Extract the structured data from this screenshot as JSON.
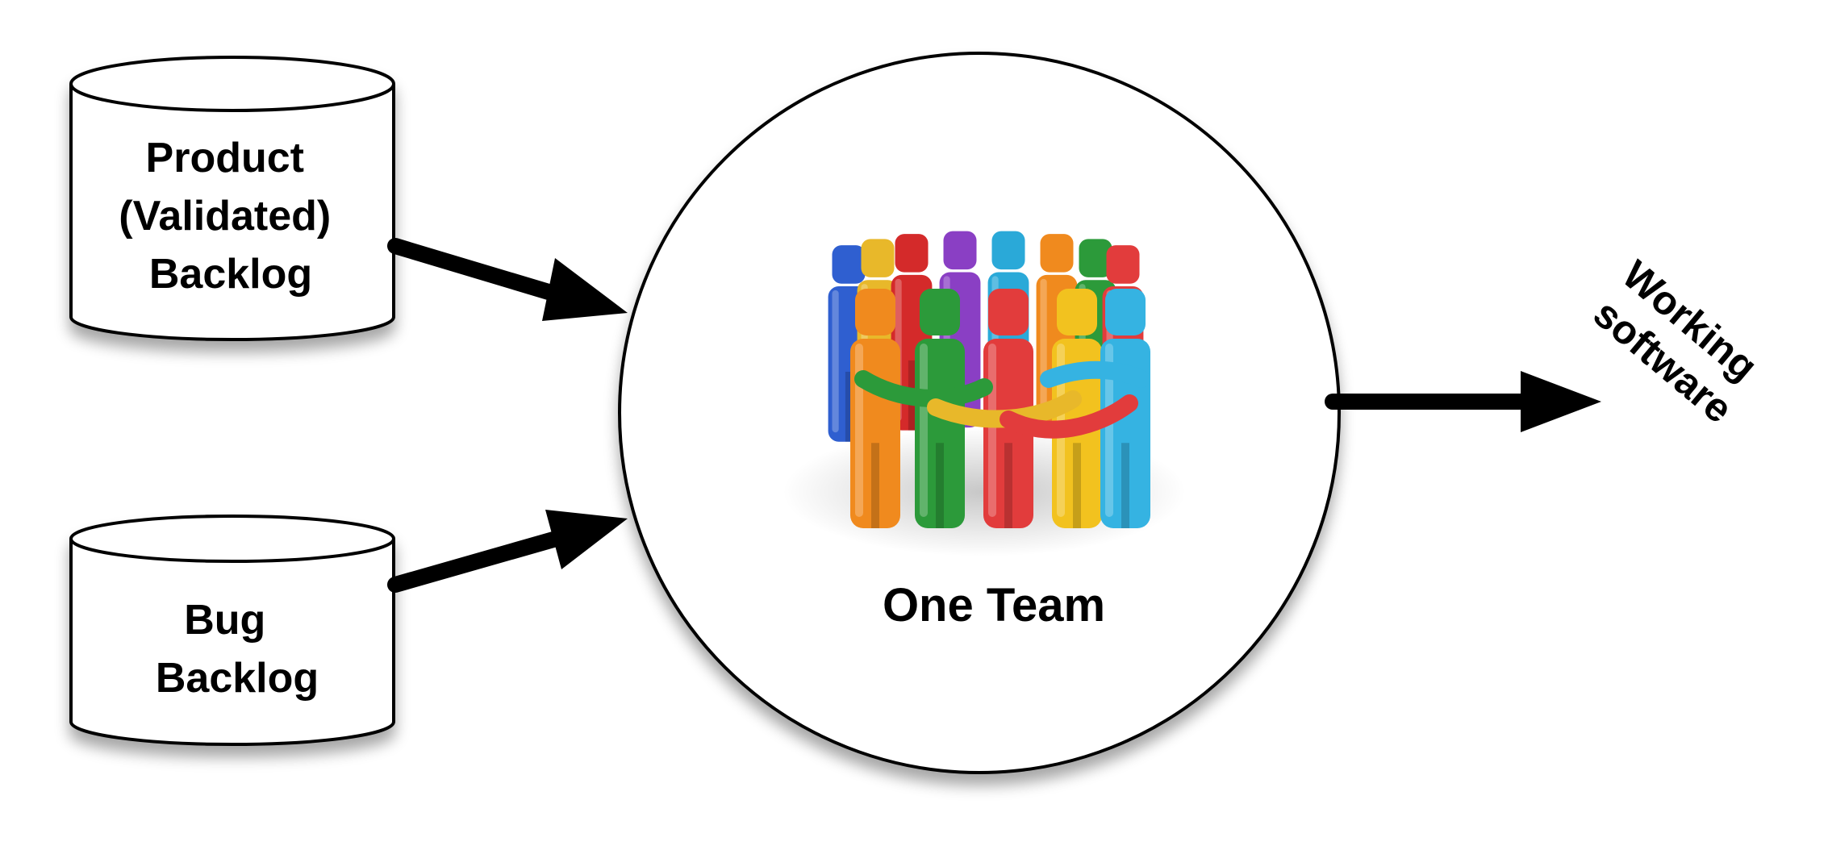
{
  "diagram": {
    "product_backlog": {
      "lines": [
        "Product",
        "(Validated)",
        "Backlog"
      ]
    },
    "bug_backlog": {
      "lines": [
        "Bug",
        "Backlog"
      ]
    },
    "team": {
      "label": "One Team",
      "figure_colors": [
        "#2f5fd0",
        "#e8b82a",
        "#d42a2a",
        "#8a3fc4",
        "#2aa9d8",
        "#f08a1e",
        "#2c9a3a",
        "#e23c3c",
        "#f2c21f",
        "#35b3e2"
      ]
    },
    "output": {
      "lines": [
        "Working",
        "software"
      ]
    },
    "colors": {
      "stroke": "#000000",
      "fill": "#ffffff"
    }
  }
}
